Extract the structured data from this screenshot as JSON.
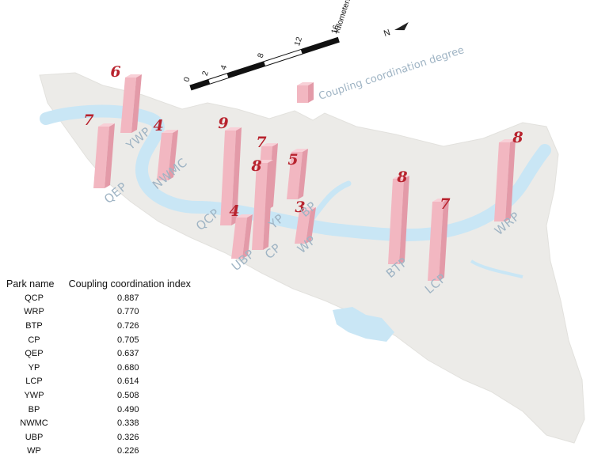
{
  "scale_bar": {
    "ticks": [
      "0",
      "2",
      "4",
      "8",
      "12",
      "16"
    ],
    "unit": "Kilometers"
  },
  "north_arrow": {
    "label": "N"
  },
  "legend": {
    "label": "Coupling coordination degree"
  },
  "colors": {
    "bar_front": "#f2b7c1",
    "bar_side": "#e39aa8",
    "bar_top": "#f8d0d7",
    "water": "#c9e6f5",
    "land": "#ecebe8",
    "label_text": "#9fb4c4",
    "bar_number": "#b8232e"
  },
  "bars": [
    {
      "park": "YWP",
      "degree": "6"
    },
    {
      "park": "QEP",
      "degree": "7"
    },
    {
      "park": "NWMC",
      "degree": "4"
    },
    {
      "park": "QCP",
      "degree": "9"
    },
    {
      "park": "UBP",
      "degree": "4"
    },
    {
      "park": "YP",
      "degree": "7"
    },
    {
      "park": "CP",
      "degree": "8"
    },
    {
      "park": "BP",
      "degree": "5"
    },
    {
      "park": "WP",
      "degree": "3"
    },
    {
      "park": "BTP",
      "degree": "8"
    },
    {
      "park": "LCP",
      "degree": "7"
    },
    {
      "park": "WRP",
      "degree": "8"
    }
  ],
  "table": {
    "header": {
      "park": "Park name",
      "index": "Coupling coordination index"
    },
    "rows": [
      {
        "park": "QCP",
        "index": "0.887"
      },
      {
        "park": "WRP",
        "index": "0.770"
      },
      {
        "park": "BTP",
        "index": "0.726"
      },
      {
        "park": "CP",
        "index": "0.705"
      },
      {
        "park": "QEP",
        "index": "0.637"
      },
      {
        "park": "YP",
        "index": "0.680"
      },
      {
        "park": "LCP",
        "index": "0.614"
      },
      {
        "park": "YWP",
        "index": "0.508"
      },
      {
        "park": "BP",
        "index": "0.490"
      },
      {
        "park": "NWMC",
        "index": "0.338"
      },
      {
        "park": "UBP",
        "index": "0.326"
      },
      {
        "park": "WP",
        "index": "0.226"
      }
    ]
  }
}
